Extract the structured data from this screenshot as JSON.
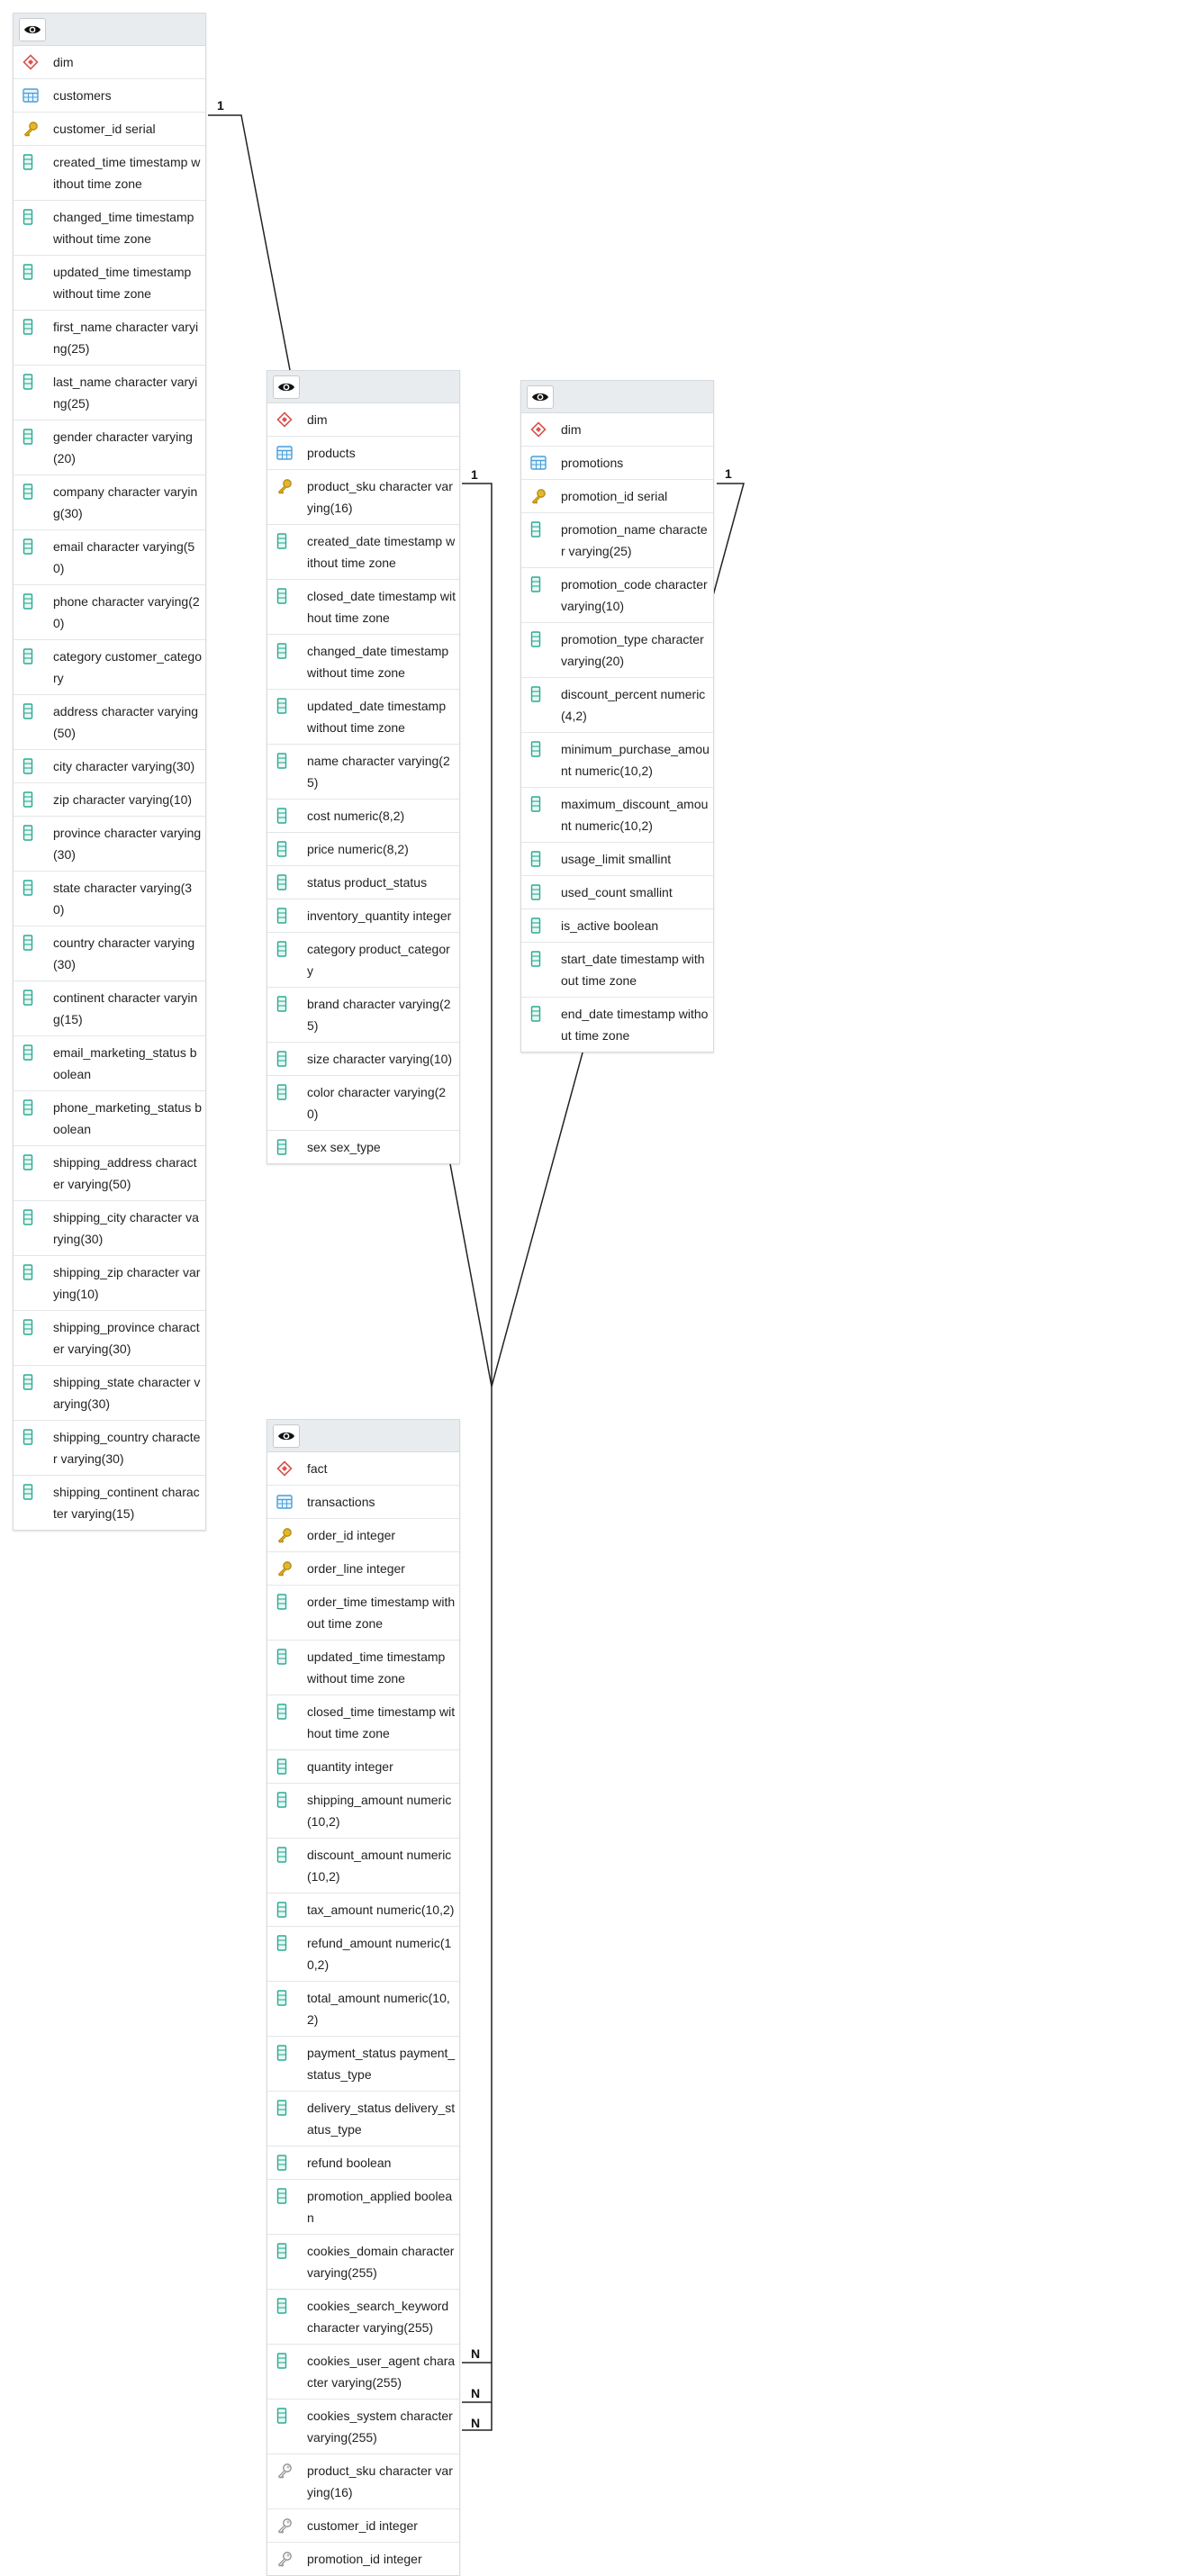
{
  "diagram": {
    "tables": [
      {
        "id": "customers",
        "schema": "dim",
        "name": "customers",
        "columns": [
          {
            "text": "customer_id serial",
            "kind": "pk"
          },
          {
            "text": "created_time timestamp without time zone",
            "kind": "col"
          },
          {
            "text": "changed_time timestamp without time zone",
            "kind": "col"
          },
          {
            "text": "updated_time timestamp without time zone",
            "kind": "col"
          },
          {
            "text": "first_name character varying(25)",
            "kind": "col"
          },
          {
            "text": "last_name character varying(25)",
            "kind": "col"
          },
          {
            "text": "gender character varying(20)",
            "kind": "col"
          },
          {
            "text": "company character varying(30)",
            "kind": "col"
          },
          {
            "text": "email character varying(50)",
            "kind": "col"
          },
          {
            "text": "phone character varying(20)",
            "kind": "col"
          },
          {
            "text": "category customer_category",
            "kind": "col"
          },
          {
            "text": "address character varying(50)",
            "kind": "col"
          },
          {
            "text": "city character varying(30)",
            "kind": "col"
          },
          {
            "text": "zip character varying(10)",
            "kind": "col"
          },
          {
            "text": "province character varying(30)",
            "kind": "col"
          },
          {
            "text": "state character varying(30)",
            "kind": "col"
          },
          {
            "text": "country character varying(30)",
            "kind": "col"
          },
          {
            "text": "continent character varying(15)",
            "kind": "col"
          },
          {
            "text": "email_marketing_status boolean",
            "kind": "col"
          },
          {
            "text": "phone_marketing_status boolean",
            "kind": "col"
          },
          {
            "text": "shipping_address character varying(50)",
            "kind": "col"
          },
          {
            "text": "shipping_city character varying(30)",
            "kind": "col"
          },
          {
            "text": "shipping_zip character varying(10)",
            "kind": "col"
          },
          {
            "text": "shipping_province character varying(30)",
            "kind": "col"
          },
          {
            "text": "shipping_state character varying(30)",
            "kind": "col"
          },
          {
            "text": "shipping_country character varying(30)",
            "kind": "col"
          },
          {
            "text": "shipping_continent character varying(15)",
            "kind": "col"
          }
        ]
      },
      {
        "id": "products",
        "schema": "dim",
        "name": "products",
        "columns": [
          {
            "text": "product_sku character varying(16)",
            "kind": "pk"
          },
          {
            "text": "created_date timestamp without time zone",
            "kind": "col"
          },
          {
            "text": "closed_date timestamp without time zone",
            "kind": "col"
          },
          {
            "text": "changed_date timestamp without time zone",
            "kind": "col"
          },
          {
            "text": "updated_date timestamp without time zone",
            "kind": "col"
          },
          {
            "text": "name character varying(25)",
            "kind": "col"
          },
          {
            "text": "cost numeric(8,2)",
            "kind": "col"
          },
          {
            "text": "price numeric(8,2)",
            "kind": "col"
          },
          {
            "text": "status product_status",
            "kind": "col"
          },
          {
            "text": "inventory_quantity integer",
            "kind": "col"
          },
          {
            "text": "category product_category",
            "kind": "col"
          },
          {
            "text": "brand character varying(25)",
            "kind": "col"
          },
          {
            "text": "size character varying(10)",
            "kind": "col"
          },
          {
            "text": "color character varying(20)",
            "kind": "col"
          },
          {
            "text": "sex sex_type",
            "kind": "col"
          }
        ]
      },
      {
        "id": "promotions",
        "schema": "dim",
        "name": "promotions",
        "columns": [
          {
            "text": "promotion_id serial",
            "kind": "pk"
          },
          {
            "text": "promotion_name character varying(25)",
            "kind": "col"
          },
          {
            "text": "promotion_code character varying(10)",
            "kind": "col"
          },
          {
            "text": "promotion_type character varying(20)",
            "kind": "col"
          },
          {
            "text": "discount_percent numeric(4,2)",
            "kind": "col"
          },
          {
            "text": "minimum_purchase_amount numeric(10,2)",
            "kind": "col"
          },
          {
            "text": "maximum_discount_amount numeric(10,2)",
            "kind": "col"
          },
          {
            "text": "usage_limit smallint",
            "kind": "col"
          },
          {
            "text": "used_count smallint",
            "kind": "col"
          },
          {
            "text": "is_active boolean",
            "kind": "col"
          },
          {
            "text": "start_date timestamp without time zone",
            "kind": "col"
          },
          {
            "text": "end_date timestamp without time zone",
            "kind": "col"
          }
        ]
      },
      {
        "id": "transactions",
        "schema": "fact",
        "name": "transactions",
        "columns": [
          {
            "text": "order_id integer",
            "kind": "pk"
          },
          {
            "text": "order_line integer",
            "kind": "pk"
          },
          {
            "text": "order_time timestamp without time zone",
            "kind": "col"
          },
          {
            "text": "updated_time timestamp without time zone",
            "kind": "col"
          },
          {
            "text": "closed_time timestamp without time zone",
            "kind": "col"
          },
          {
            "text": "quantity integer",
            "kind": "col"
          },
          {
            "text": "shipping_amount numeric(10,2)",
            "kind": "col"
          },
          {
            "text": "discount_amount numeric(10,2)",
            "kind": "col"
          },
          {
            "text": "tax_amount numeric(10,2)",
            "kind": "col"
          },
          {
            "text": "refund_amount numeric(10,2)",
            "kind": "col"
          },
          {
            "text": "total_amount numeric(10,2)",
            "kind": "col"
          },
          {
            "text": "payment_status payment_status_type",
            "kind": "col"
          },
          {
            "text": "delivery_status delivery_status_type",
            "kind": "col"
          },
          {
            "text": "refund boolean",
            "kind": "col"
          },
          {
            "text": "promotion_applied boolean",
            "kind": "col"
          },
          {
            "text": "cookies_domain character varying(255)",
            "kind": "col"
          },
          {
            "text": "cookies_search_keyword character varying(255)",
            "kind": "col"
          },
          {
            "text": "cookies_user_agent character varying(255)",
            "kind": "col"
          },
          {
            "text": "cookies_system character varying(255)",
            "kind": "col"
          },
          {
            "text": "product_sku character varying(16)",
            "kind": "fk"
          },
          {
            "text": "customer_id integer",
            "kind": "fk"
          },
          {
            "text": "promotion_id integer",
            "kind": "fk"
          }
        ]
      }
    ],
    "relationships": [
      {
        "from": "customers",
        "to": "transactions",
        "one": "1",
        "many": "N"
      },
      {
        "from": "products",
        "to": "transactions",
        "one": "1",
        "many": "N"
      },
      {
        "from": "promotions",
        "to": "transactions",
        "one": "1",
        "many": "N"
      }
    ],
    "colors": {
      "schema_icon": "#d9534f",
      "table_icon": "#4a9fd8",
      "pk_icon": "#e8b923",
      "column_icon": "#2bab94",
      "fk_icon": "#8a8a8a",
      "header_bg": "#e9ecef",
      "line": "#222222"
    }
  }
}
